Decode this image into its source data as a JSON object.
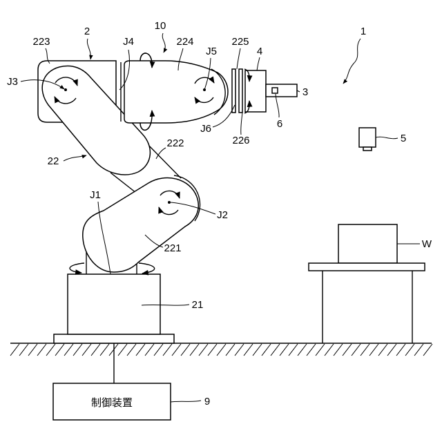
{
  "labels": {
    "robot_system": "1",
    "robot": "10",
    "robot_body": "2",
    "link_223": "223",
    "joint_j4": "J4",
    "link_224": "224",
    "joint_j5": "J5",
    "link_225": "225",
    "hand": "4",
    "joint_j3": "J3",
    "tool": "3",
    "joint_j6": "J6",
    "sensor": "6",
    "link_226": "226",
    "link_222": "222",
    "arm_22": "22",
    "camera": "5",
    "joint_j1": "J1",
    "joint_j2": "J2",
    "link_221": "221",
    "workpiece": "W",
    "base": "21",
    "controller_ref": "9"
  },
  "controller": {
    "name": "制御装置"
  }
}
